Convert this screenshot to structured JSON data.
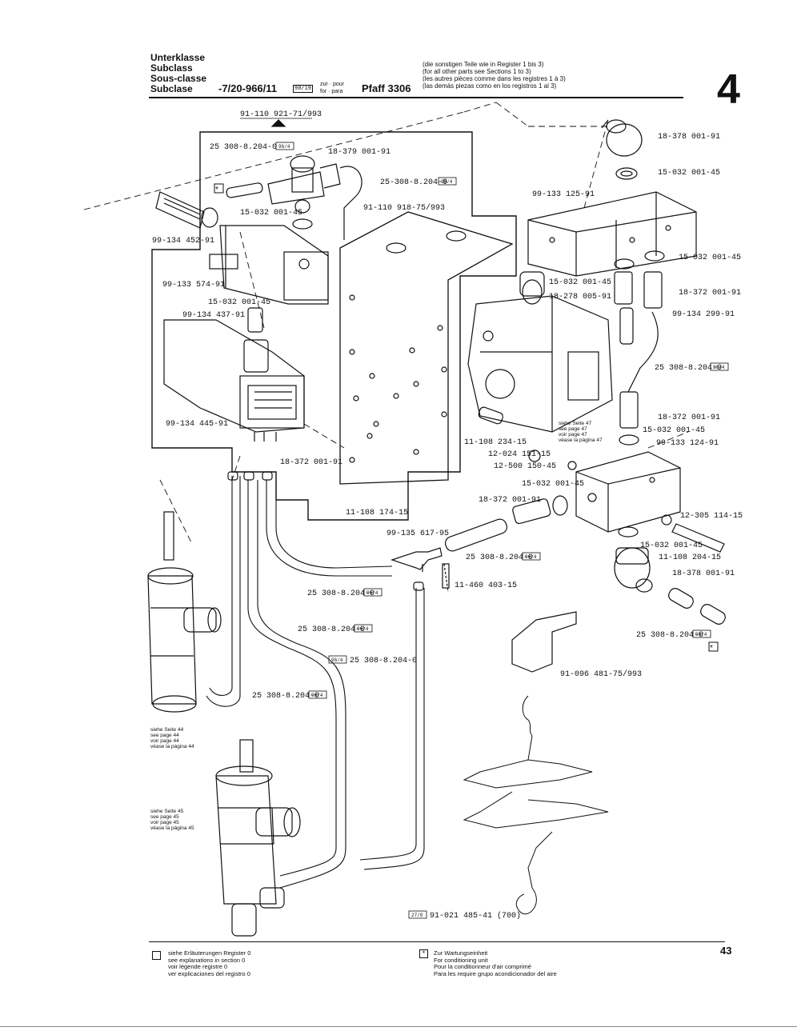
{
  "header": {
    "class_labels": [
      "Unterklasse",
      "Subclass",
      "Sous-classe",
      "Subclase"
    ],
    "class_number": "-7/20-966/11",
    "class_badge": "90/19",
    "zur_pour": "zur · pour",
    "for_para": "for · para",
    "machine": "Pfaff 3306",
    "notes": [
      "(die sonstigen Teile wie in Register 1 bis 3)",
      "(for all other parts see Sections 1 to 3)",
      "(les autres pièces comme dans les registres 1 à 3)",
      "(las demás piezas como en los registros 1 al 3)"
    ],
    "section_number": "4"
  },
  "diagram": {
    "parts": [
      {
        "label": "91-110 921-71/993"
      },
      {
        "label": "25 308-8.204-0",
        "badge": "96/4"
      },
      {
        "label": "18-379 001-91"
      },
      {
        "label": "25-308-8.204-0",
        "badge": "96/4"
      },
      {
        "label": "15-032 001-45"
      },
      {
        "label": "91-110 918-75/993"
      },
      {
        "label": "99-134 452-91"
      },
      {
        "label": "99-133 574-91"
      },
      {
        "label": "15-032 001-45"
      },
      {
        "label": "99-134 437-91"
      },
      {
        "label": "99-134 445-91"
      },
      {
        "label": "18-372 001-91"
      },
      {
        "label": "11-108 174-15"
      },
      {
        "label": "18-378 001-91"
      },
      {
        "label": "15-032 001-45"
      },
      {
        "label": "99-133 125-91"
      },
      {
        "label": "15-032 001-45"
      },
      {
        "label": "15-032 001-45"
      },
      {
        "label": "18-278 005-91"
      },
      {
        "label": "18-372 001-91"
      },
      {
        "label": "99-134 299-91"
      },
      {
        "label": "25 308-8.204-0",
        "badge": "96/4"
      },
      {
        "label": "18-372 001-91"
      },
      {
        "label": "15-032 001-45"
      },
      {
        "label": "99-133 124-91"
      },
      {
        "label": "11-108 234-15"
      },
      {
        "label": "12-024 151-15"
      },
      {
        "label": "12-500 150-45"
      },
      {
        "label": "15-032 001-45"
      },
      {
        "label": "18-372 001-91"
      },
      {
        "label": "12-305 114-15"
      },
      {
        "label": "15-032 001-45"
      },
      {
        "label": "11-108 204-15"
      },
      {
        "label": "18-378 001-91"
      },
      {
        "label": "99-135 617-95"
      },
      {
        "label": "25 308-8.204-0",
        "badge": "96/4"
      },
      {
        "label": "11-460 403-15"
      },
      {
        "label": "25 308-8.204-0",
        "badge": "96/4"
      },
      {
        "label": "25 308-8.204-0",
        "badge": "96/4"
      },
      {
        "label": "25 308-8.204-0",
        "badge": "96/4"
      },
      {
        "label": "25 308-8.204-0",
        "badge": "96/4"
      },
      {
        "label": "25 308-8.204-0",
        "badge": "96/4"
      },
      {
        "label": "91-096 481-75/993"
      },
      {
        "label": "91-021 485-41 (700)",
        "badge": "27/8"
      }
    ],
    "see_page_47": [
      "siehe Seite 47",
      "see page 47",
      "voir page 47",
      "véase la página 47"
    ],
    "see_page_44": [
      "siehe Seite 44",
      "see page 44",
      "voir page 44",
      "véase la página 44"
    ],
    "see_page_45": [
      "siehe Seite 45",
      "see page 45",
      "voir page 45",
      "véase la página 45"
    ]
  },
  "footer": {
    "explanations": [
      "siehe Erläuterungen Register 0",
      "see explanations in section 0",
      "voir légende registre 0",
      "ver explicaciones del registro 0"
    ],
    "conditioning": [
      "Zur Wartungseinheit",
      "For conditioning unit",
      "Pour la conditionneur d'air comprimé",
      "Para les require grupo acondicionador del aire"
    ],
    "page_number": "43"
  }
}
